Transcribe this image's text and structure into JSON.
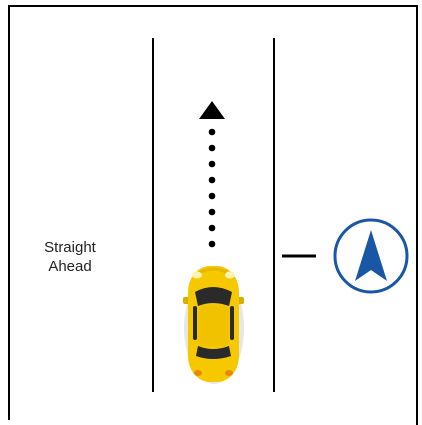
{
  "caption": {
    "line1": "Straight",
    "line2": "Ahead"
  },
  "colors": {
    "frame": "#000000",
    "lane_line": "#000000",
    "arrow_dots": "#000000",
    "compass_ring": "#1a56a6",
    "compass_needle": "#1a56a6",
    "car_body": "#f5c800",
    "car_windows": "#2a2a2a"
  },
  "icons": {
    "direction_arrow": "arrow-up-dotted-icon",
    "compass": "compass-north-icon",
    "vehicle": "yellow-car-top-view"
  }
}
